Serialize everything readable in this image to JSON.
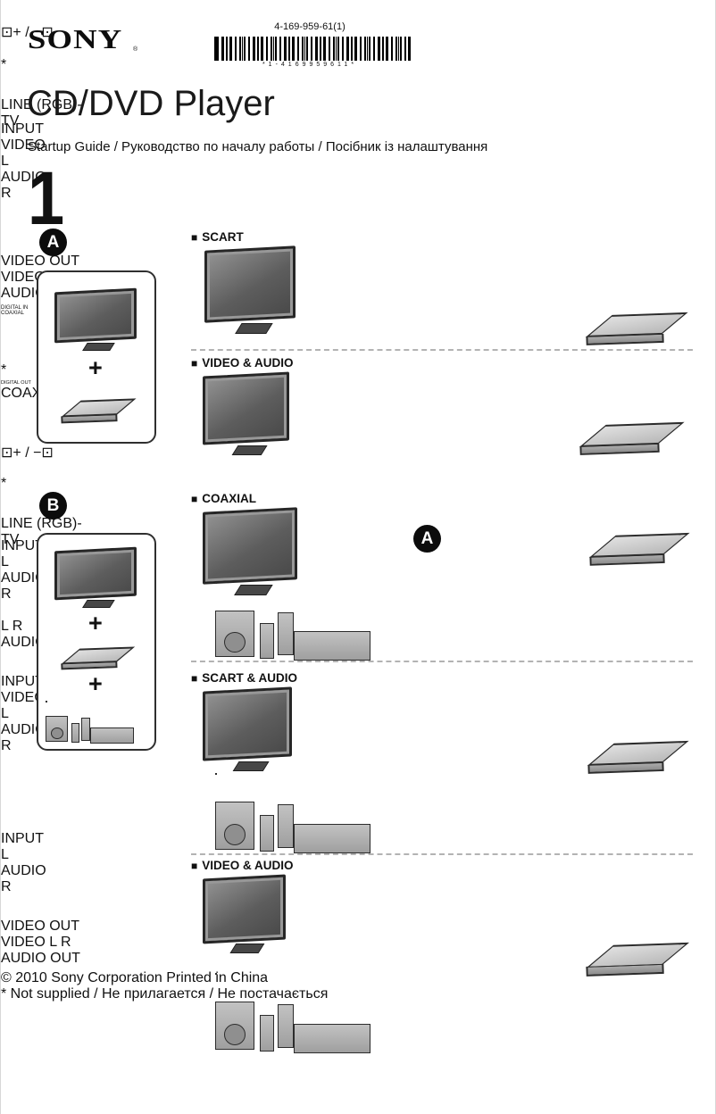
{
  "colors": {
    "page_bg": "#ffffff",
    "ink": "#111111"
  },
  "header": {
    "brand": "SONY",
    "reg": "®",
    "part_number": "4-169-959-61(1)",
    "barcode_caption": "*1-4169959611*",
    "title": "CD/DVD Player",
    "subtitle": "Startup Guide / Руководство по началу работы / Посібник із налаштування"
  },
  "step": {
    "number": "1",
    "plus": "+"
  },
  "badges": {
    "a": "A",
    "b": "B"
  },
  "icons": {
    "section_bullet": "■"
  },
  "labels": {
    "input": "INPUT",
    "video": "VIDEO",
    "audio": "AUDIO",
    "left": "L",
    "right": "R",
    "video_out": "VIDEO OUT",
    "audio_out": "AUDIO OUT",
    "digital_in": "DIGITAL IN",
    "digital_out": "DIGITAL OUT",
    "coaxial": "COAXIAL",
    "line_rgb_tv": "LINE (RGB)-TV",
    "tv_scart_icons": "⊡+ / −⊡",
    "not_supplied": "*"
  },
  "sections": {
    "scart": {
      "title": "SCART"
    },
    "video_audio_a": {
      "title": "VIDEO & AUDIO"
    },
    "coaxial": {
      "title": "COAXIAL",
      "badge": "A"
    },
    "scart_audio": {
      "title": "SCART & AUDIO"
    },
    "video_audio_b": {
      "title": "VIDEO & AUDIO"
    }
  },
  "footer": {
    "copyright": "© 2010 Sony Corporation Printed in China",
    "note": "* Not supplied / Не прилагается / Не постачається"
  }
}
